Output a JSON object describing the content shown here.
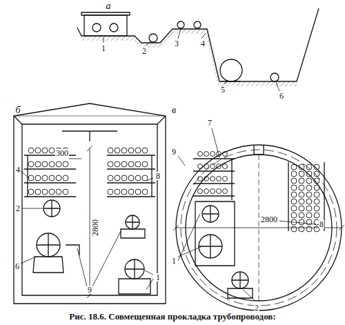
{
  "diagram": {
    "caption": "Рис. 18.6. Совмещенная прокладка трубопроводов:",
    "labels": [
      "а",
      "1",
      "2",
      "3",
      "4",
      "5",
      "6",
      "б",
      "4",
      "2",
      "6",
      "300",
      "2800",
      "8",
      "1",
      "9",
      "в",
      "7",
      "9",
      "2800",
      "8",
      "1",
      "2"
    ]
  }
}
